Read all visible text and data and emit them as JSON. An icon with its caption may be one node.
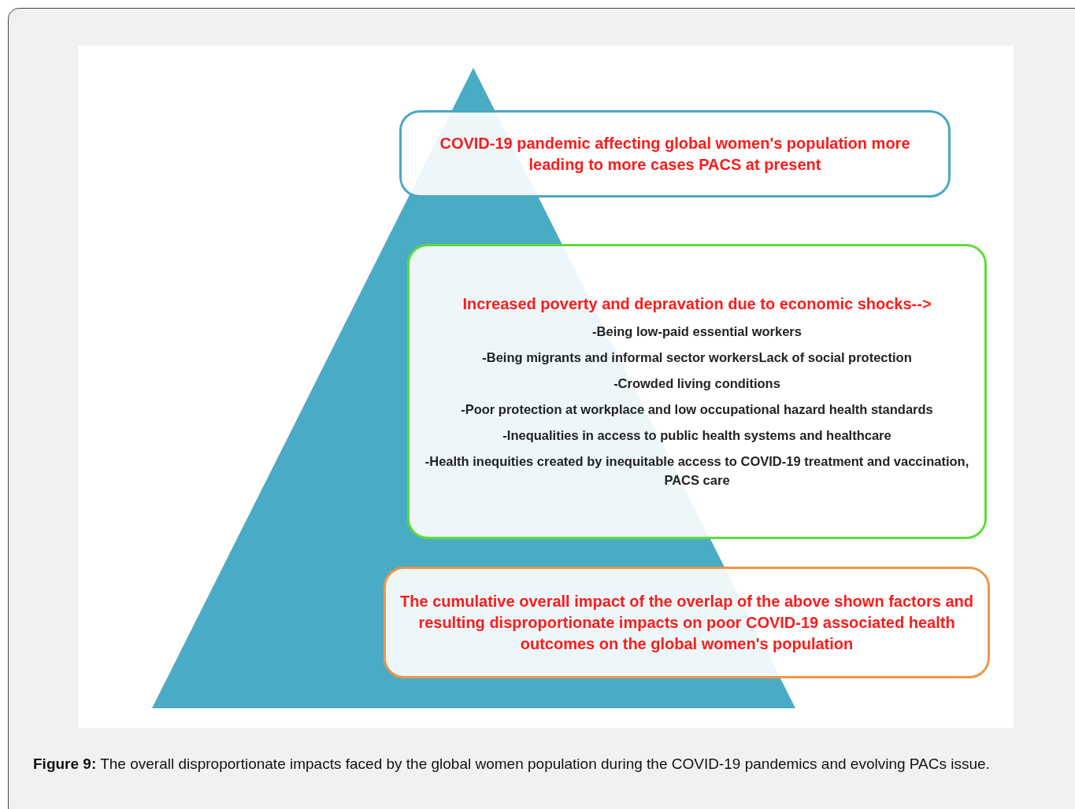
{
  "diagram": {
    "caption": "**Figure 9:** The overall disproportionate impacts faced by the global women population during the COVID-19 pandemics and evolving PACs issue.",
    "nodes": [
      {
        "text": [
          "COVID-19 pandemic affecting global women's population more leading to more cases PACS at present"
        ]
      },
      {
        "text": [
          "Increased poverty and depravation due to economic shocks-->",
          "-Being low-paid essential workers",
          "-Being migrants and informal sector workersLack of social protection",
          "-Crowded living conditions",
          "-Poor protection at workplace and low occupational  hazard health standards",
          "-Inequalities in access to public health systems and healthcare",
          "-Health inequities created by inequitable access to COVID-19 treatment and vaccination, PACS care"
        ]
      },
      {
        "text": [
          "The cumulative overall impact of the overlap of the above shown factors and resulting disproportionate impacts on poor COVID-19 associated health outcomes on the global women's population"
        ]
      }
    ]
  }
}
